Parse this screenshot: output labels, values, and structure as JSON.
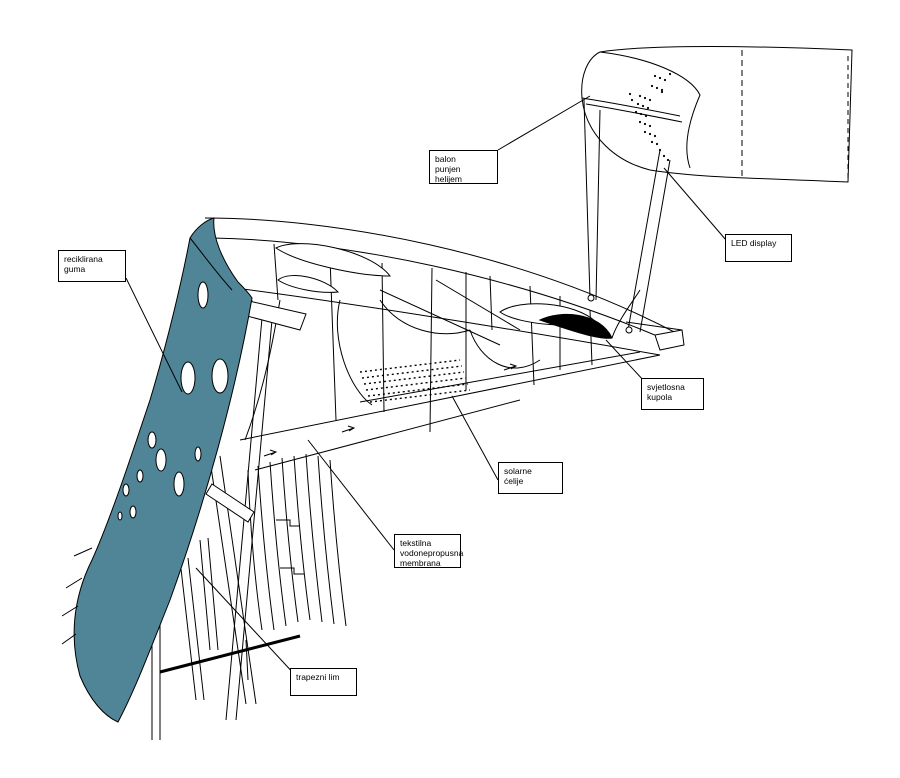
{
  "diagram": {
    "colors": {
      "rubber_panel": "#4f8597",
      "line": "#000000",
      "background": "#ffffff"
    },
    "labels": {
      "balloon": [
        "balon",
        "punjen",
        "helijem"
      ],
      "led_display": [
        "LED display"
      ],
      "recycled_rubber": [
        "reciklirana",
        "guma"
      ],
      "light_dome": [
        "svjetlosna",
        "kupola"
      ],
      "solar_cells": [
        "solarne",
        "ćelije"
      ],
      "textile_membrane": [
        "tekstilna",
        "vodonepropusna",
        "membrana"
      ],
      "trapezoid_sheet": [
        "trapezni lim"
      ]
    }
  }
}
